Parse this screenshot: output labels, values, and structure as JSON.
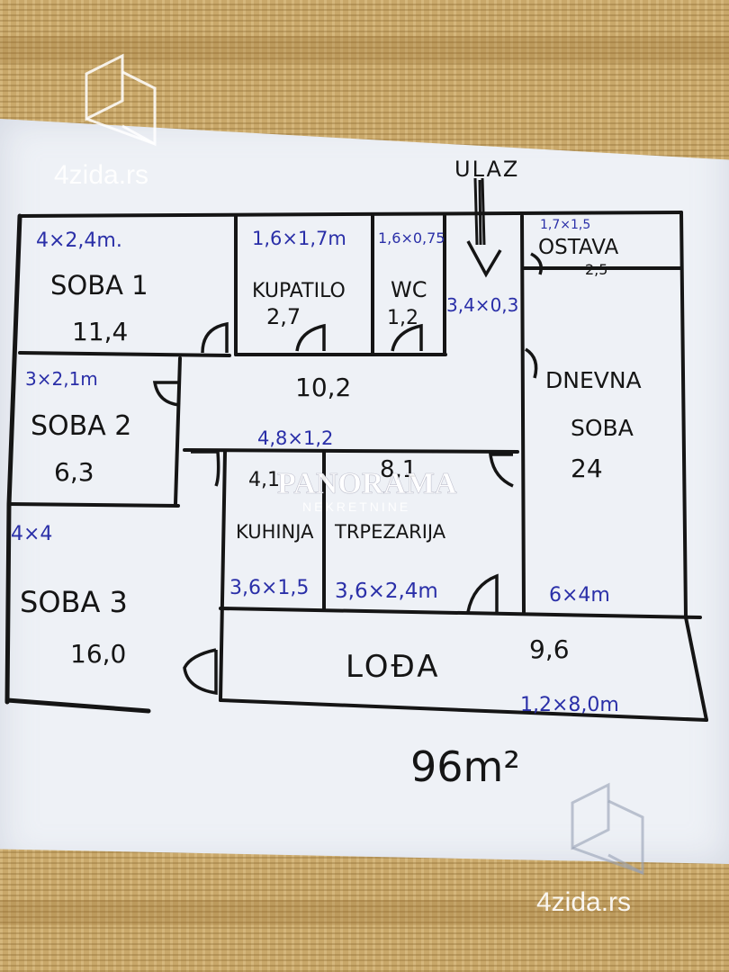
{
  "entrance": {
    "label": "ULAZ"
  },
  "rooms": [
    {
      "id": "soba1",
      "name": "SOBA 1",
      "area": "11,4",
      "dims": "4×2,4m."
    },
    {
      "id": "kupatilo",
      "name": "KUPATILO",
      "area": "2,7",
      "dims": "1,6×1,7m"
    },
    {
      "id": "wc",
      "name": "WC",
      "area": "1,2",
      "dims": "1,6×0,75"
    },
    {
      "id": "ulaz",
      "name": "",
      "area": "",
      "dims": "3,4×0,3"
    },
    {
      "id": "ostava",
      "name": "OSTAVA",
      "area": "2,5",
      "dims": "1,7×1,5"
    },
    {
      "id": "soba2",
      "name": "SOBA 2",
      "area": "6,3",
      "dims": "3×2,1m"
    },
    {
      "id": "hodnik",
      "name": "",
      "area": "10,2",
      "dims": "4,8×1,2"
    },
    {
      "id": "dnevna",
      "name": "DNEVNA",
      "name2": "SOBA",
      "area": "24",
      "dims": "6×4m"
    },
    {
      "id": "kuhinja",
      "name": "KUHINJA",
      "area": "4,1",
      "dims": "3,6×1,5"
    },
    {
      "id": "trpezarija",
      "name": "TRPEZARIJA",
      "area": "8,1",
      "dims": "3,6×2,4m"
    },
    {
      "id": "soba3",
      "name": "SOBA 3",
      "area": "16,0",
      "dims": "4×4"
    },
    {
      "id": "lodja",
      "name": "LOĐA",
      "area": "9,6",
      "dims": "1,2×8,0m"
    }
  ],
  "total_area": "96m²",
  "watermarks": {
    "site": "4zida.rs",
    "brand": "PANORAMA",
    "brand_sub": "NEKRETNINE"
  },
  "colors": {
    "ink": "#151515",
    "blue_ink": "#2a2fa8",
    "paper": "#eef1f6"
  }
}
